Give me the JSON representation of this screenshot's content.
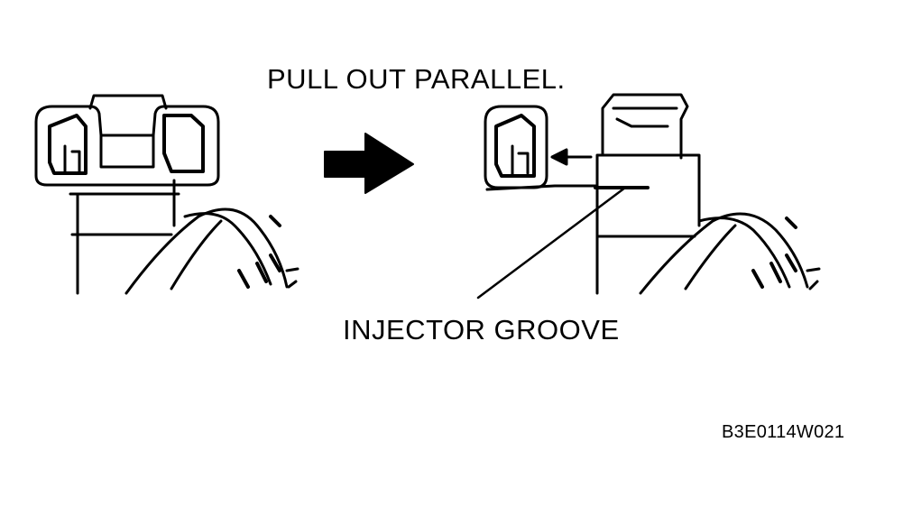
{
  "labels": {
    "pull_out": "PULL OUT PARALLEL.",
    "groove": "INJECTOR GROOVE",
    "figure_code": "B3E0114W021"
  },
  "colors": {
    "ink": "#000000",
    "paper": "#ffffff"
  },
  "figure": {
    "before": "connector-attached-injector",
    "after": "connector-removed-injector",
    "direction_arrow": "arrow-right-icon",
    "pull_arrow": "arrow-left-icon"
  }
}
